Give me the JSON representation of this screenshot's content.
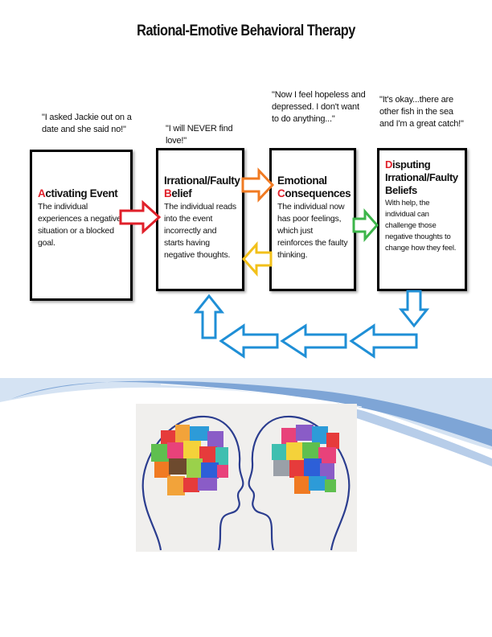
{
  "title": "Rational-Emotive Behavioral Therapy",
  "quotes": {
    "activating": "\"I asked Jackie out on a date and she said no!\"",
    "belief": "\"I will NEVER find love!\"",
    "emotional": "\"Now I feel hopeless and depressed. I don't want to do anything...\"",
    "disputing": "\"It's okay...there are other fish in the sea and I'm a great catch!\""
  },
  "boxes": {
    "activating": {
      "letter": "A",
      "heading": "ctivating Event",
      "body": "The individual experiences a negative situation or a blocked goal."
    },
    "belief": {
      "line1": "Irrational/Faulty",
      "letter": "B",
      "heading": "elief",
      "body": "The individual reads into the event incorrectly and starts having negative thoughts."
    },
    "emotional": {
      "line1": "Emotional",
      "letter": "C",
      "heading": "onsequences",
      "body": "The individual now has poor feelings, which just reinforces the faulty thinking."
    },
    "disputing": {
      "letter": "D",
      "heading": "isputing Irrational/Faulty Beliefs",
      "body": "With help, the individual can challenge those negative thoughts to change how they feel."
    }
  },
  "colors": {
    "red_arrow": "#e0202a",
    "orange_arrow": "#f07a22",
    "yellow_arrow": "#f2c01a",
    "green_arrow": "#3cb54a",
    "blue_arrow": "#1f8fd6",
    "wave": "#4f7fbf"
  },
  "icons": {
    "arrows": "outlined-block-arrow",
    "image": "two-head-profiles-with-colorful-tetris-brain-blocks"
  }
}
